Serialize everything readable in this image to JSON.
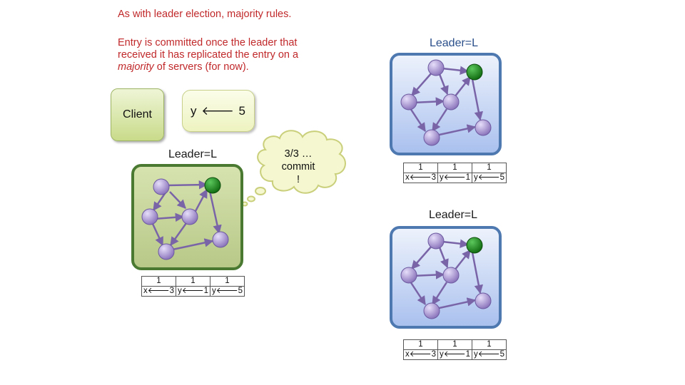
{
  "intro": {
    "line1": "As with leader election, majority rules.",
    "line2a": "Entry is committed once the leader that",
    "line2b": "received it has replicated the entry on a",
    "line2c_em": "majority",
    "line2c_rest": " of servers (for now)."
  },
  "client": {
    "label": "Client"
  },
  "command": {
    "text": "y 🡐 5"
  },
  "thought": {
    "line1": "3/3 …",
    "line2": "commit",
    "line3": "!"
  },
  "clusters": [
    {
      "leader_label": "Leader=L",
      "log": {
        "terms": [
          "1",
          "1",
          "1"
        ],
        "entries": [
          "x🡐3",
          "y🡐1",
          "y🡐5"
        ]
      }
    },
    {
      "leader_label": "Leader=L",
      "log": {
        "terms": [
          "1",
          "1",
          "1"
        ],
        "entries": [
          "x🡐3",
          "y🡐1",
          "y🡐5"
        ]
      }
    },
    {
      "leader_label": "Leader=L",
      "log": {
        "terms": [
          "1",
          "1",
          "1"
        ],
        "entries": [
          "x🡐3",
          "y🡐1",
          "y🡐5"
        ]
      }
    }
  ],
  "colors": {
    "accent_red": "#c0282a",
    "leader_node": "#1f8a1f",
    "follower_node": "#9b88c8",
    "green_panel": "#c6d49a",
    "blue_panel": "#c4d4f4"
  }
}
